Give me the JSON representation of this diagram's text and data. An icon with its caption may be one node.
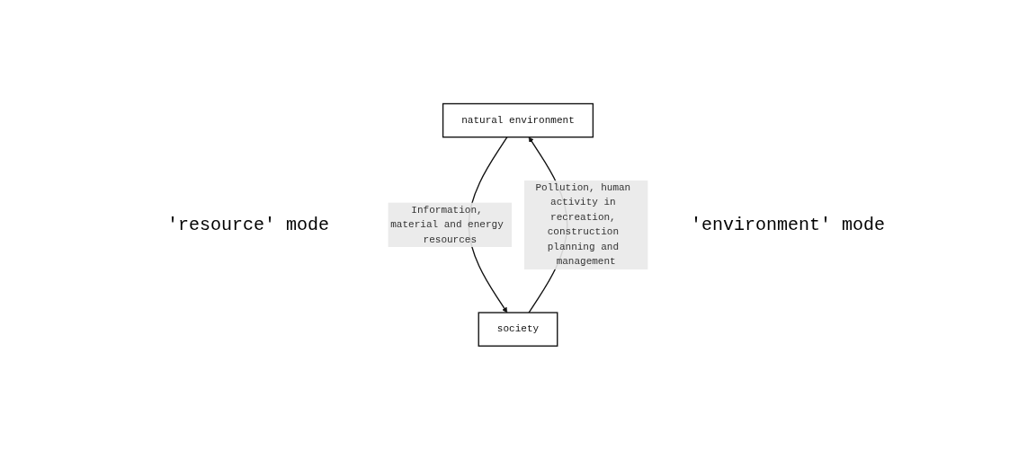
{
  "diagram": {
    "nodes": [
      {
        "text": [
          "natural environment"
        ]
      },
      {
        "text": [
          "society"
        ]
      }
    ],
    "edges": [
      {
        "from": 0,
        "to": 1,
        "arrow": "to",
        "label": "Information, material and energy resources"
      },
      {
        "from": 1,
        "to": 0,
        "arrow": "to",
        "label": "Pollution, human activity in recreation, construction planning and management"
      }
    ],
    "labels": [
      "'resource' mode",
      "'environment' mode"
    ]
  }
}
